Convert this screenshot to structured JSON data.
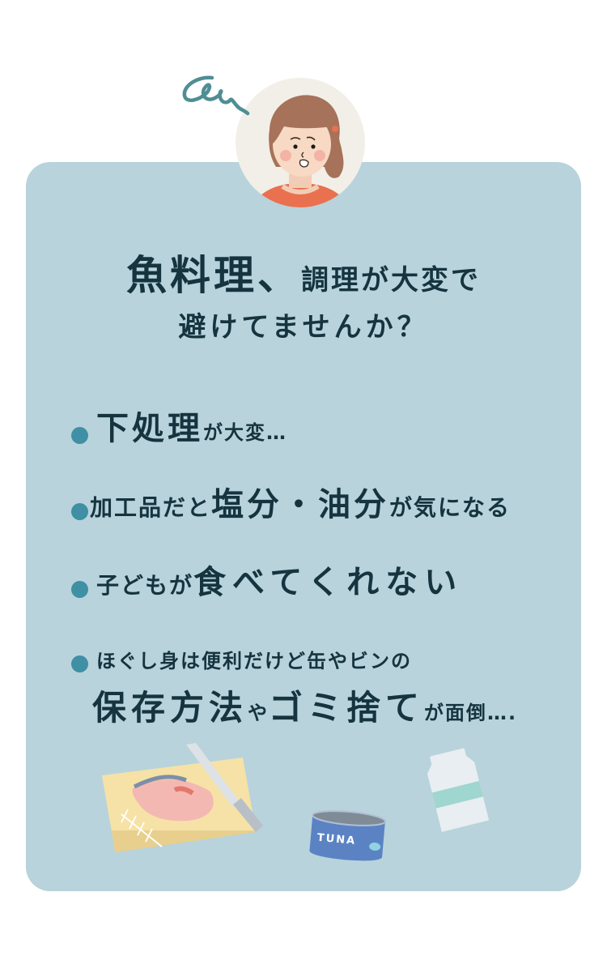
{
  "header": {
    "title_line1_emphasis": "魚料理、",
    "title_line1_rest": "調理が大変で",
    "title_line2": "避けてませんか？"
  },
  "list": {
    "items": [
      {
        "parts": [
          {
            "text": "下処理",
            "size": "lg"
          },
          {
            "text": "が大変…",
            "size": "sm"
          }
        ]
      },
      {
        "parts": [
          {
            "text": "加工品だと",
            "size": "md"
          },
          {
            "text": "塩分・油分",
            "size": "lg"
          },
          {
            "text": "が気になる",
            "size": "md"
          }
        ]
      },
      {
        "parts": [
          {
            "text": "子どもが",
            "size": "md"
          },
          {
            "text": "食べてくれない",
            "size": "lg"
          }
        ]
      },
      {
        "parts": [
          {
            "text": "ほぐし身は便利だけど缶やビンの",
            "size": "sm"
          }
        ],
        "continuation": [
          {
            "text": "保存方法",
            "size": "xl"
          },
          {
            "text": "や",
            "size": "sm"
          },
          {
            "text": "ゴミ捨て",
            "size": "xl"
          },
          {
            "text": "が面倒….",
            "size": "sm"
          }
        ]
      }
    ]
  },
  "illustrations": {
    "avatar": "worried-woman-avatar",
    "cutting_board": "cutting-board-with-salmon-and-knife",
    "can_label": "TUNA",
    "jar": "glass-jar"
  },
  "colors": {
    "background": "#ffffff",
    "card": "#b8d3db",
    "text": "#15343f",
    "bullet": "#3f8fa5",
    "squiggle": "#4f8e93",
    "avatar_bg": "#f2efe8",
    "can": "#5b83c4",
    "board": "#f6e2a6"
  }
}
